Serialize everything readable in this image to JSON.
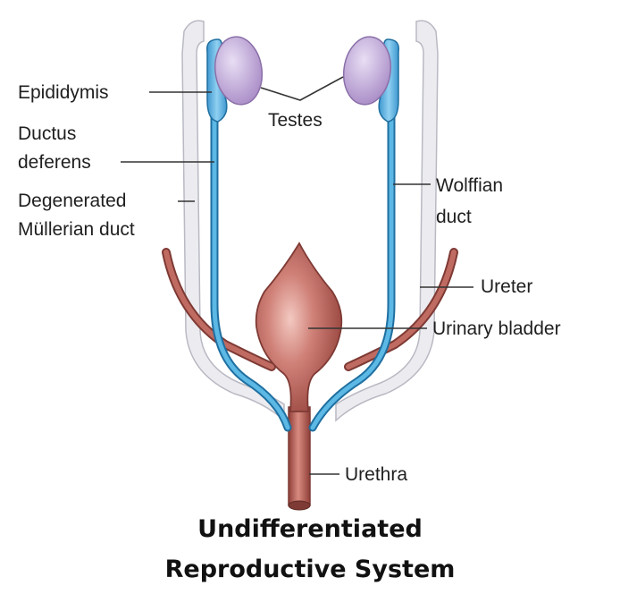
{
  "labels": {
    "epididymis": "Epididymis",
    "ductus_line1": "Ductus",
    "ductus_line2": "deferens",
    "mullerian_line1": "Degenerated",
    "mullerian_line2": "Müllerian duct",
    "testes": "Testes",
    "wolffian_line1": "Wolffian",
    "wolffian_line2": "duct",
    "ureter": "Ureter",
    "bladder": "Urinary bladder",
    "urethra": "Urethra"
  },
  "title": {
    "line1": "Undifferentiated",
    "line2": "Reproductive System"
  },
  "colors": {
    "blue_duct": "#4aa8d8",
    "blue_outline": "#1f6fa0",
    "mullerian_fill": "#e9e9ee",
    "mullerian_outline": "#b9b9c4",
    "bladder": "#b9645c",
    "bladder_dark": "#7e3a34",
    "testis": "#b49ad0",
    "testis_outline": "#8a6fa8",
    "leader": "#333333"
  }
}
